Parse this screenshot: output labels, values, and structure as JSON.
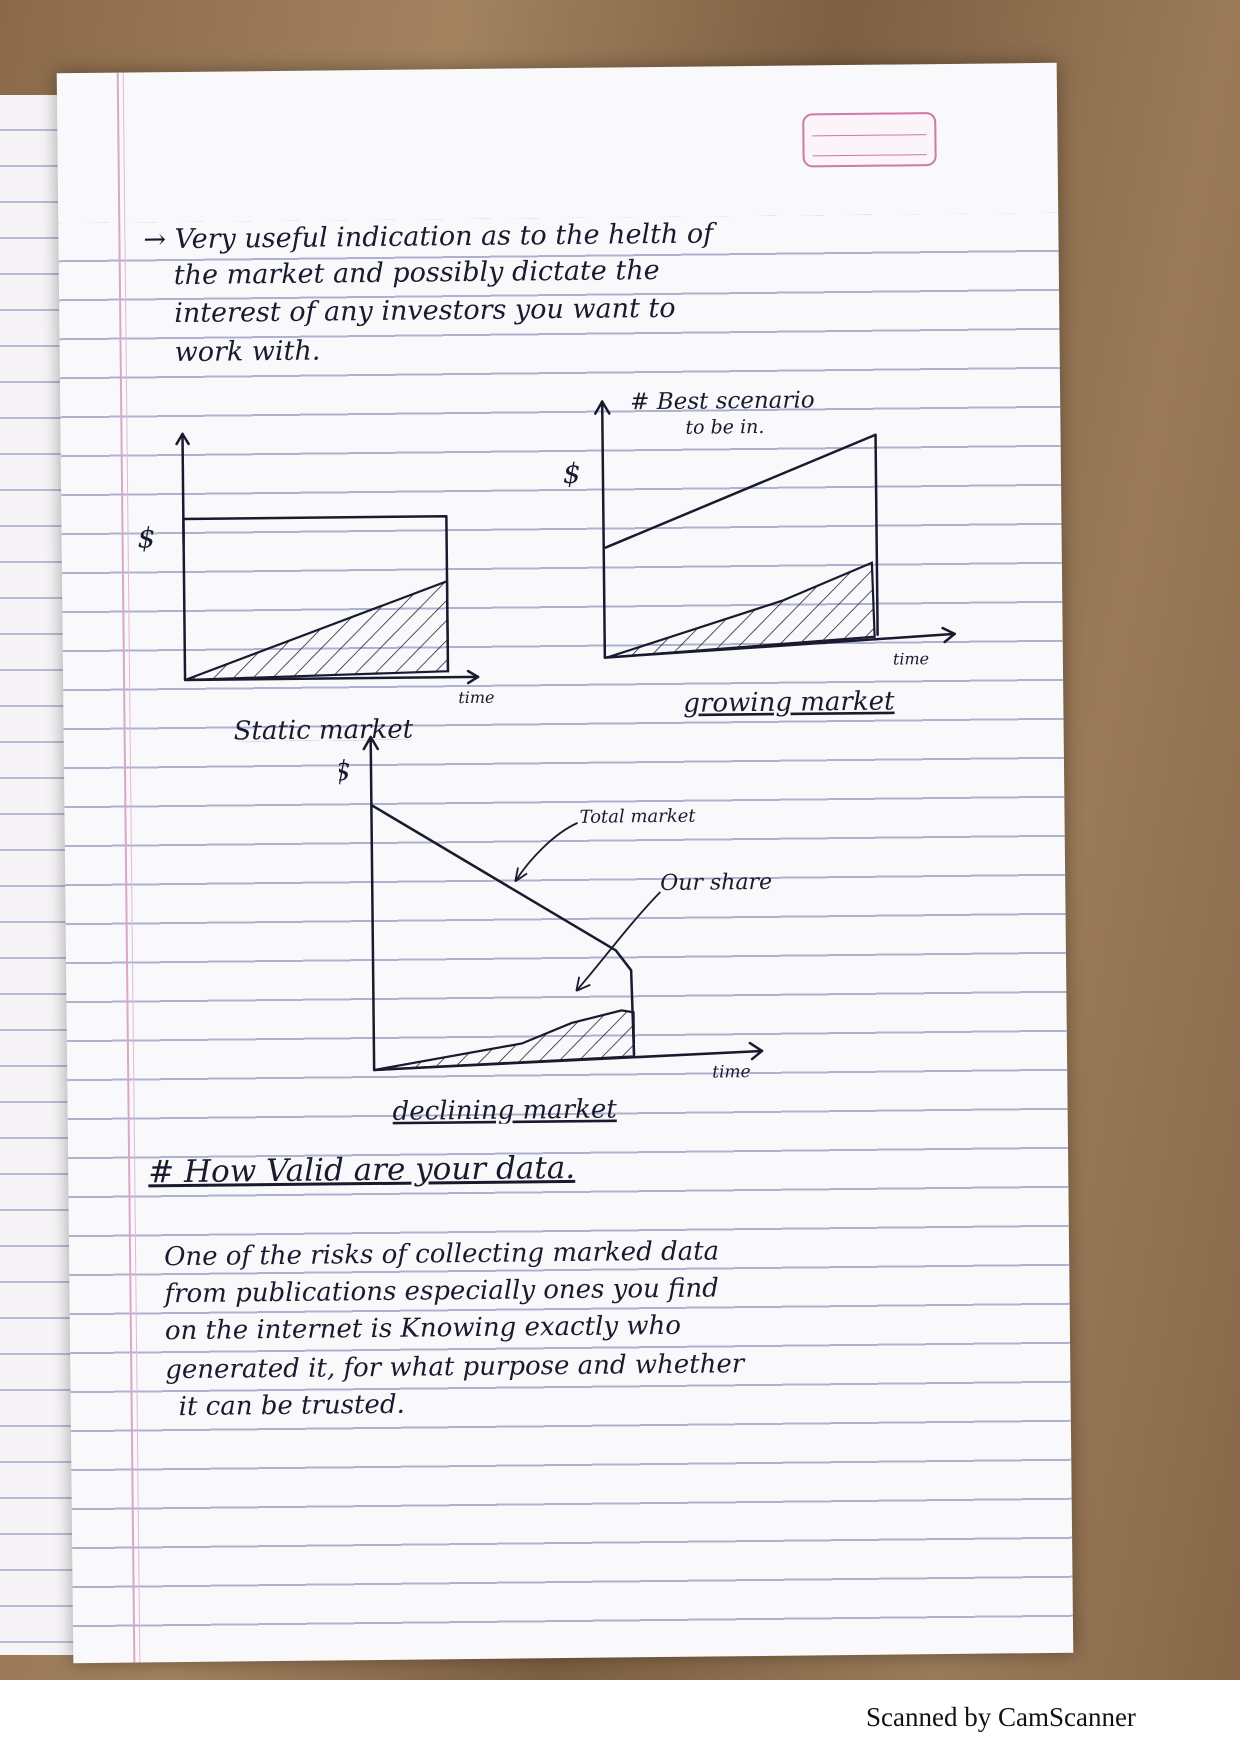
{
  "notes": {
    "intro_line1": "→ Very useful indication as to the helth of",
    "intro_line2": "the market and possibly dictate the",
    "intro_line3": "interest of any investors you want to",
    "intro_line4": "work with.",
    "best_scenario_line1": "# Best scenario",
    "best_scenario_line2": "to be in.",
    "heading": "# How Valid are your data.",
    "para_line1": "One of the risks of collecting marked data",
    "para_line2": "from publications especially ones you find",
    "para_line3": "on the internet is Knowing exactly who",
    "para_line4": "generated it, for what purpose and whether",
    "para_line5": "it can be trusted."
  },
  "charts": {
    "static": {
      "title": "Static market",
      "y_label": "$",
      "x_label": "time"
    },
    "growing": {
      "title": "growing market",
      "y_label": "$",
      "x_label": "time"
    },
    "declining": {
      "title": "declining market",
      "y_label": "$",
      "x_label": "time",
      "annotation_total": "Total market",
      "annotation_share": "Our share"
    }
  },
  "footer": {
    "text": "Scanned by CamScanner"
  }
}
